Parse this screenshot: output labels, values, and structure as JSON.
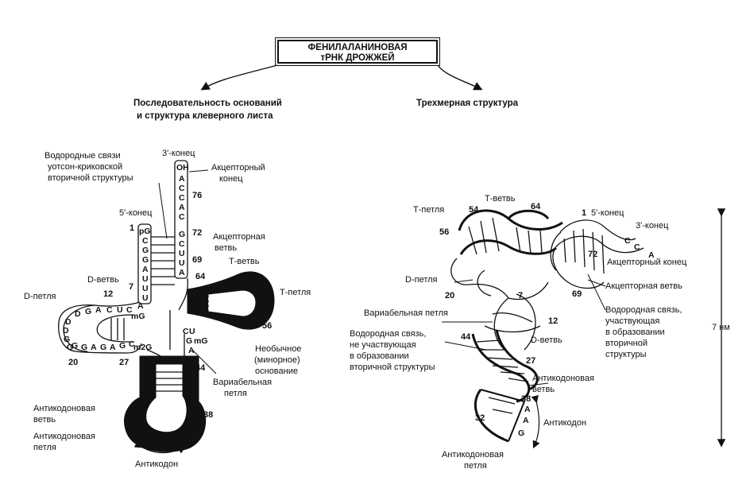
{
  "header": {
    "title_line1": "ФЕНИЛАЛАНИНОВАЯ",
    "title_line2": "тРНК  ДРОЖЖЕЙ",
    "left_heading_line1": "Последовательность оснований",
    "left_heading_line2": "и структура клеверного листа",
    "right_heading": "Трехмерная структура"
  },
  "left": {
    "wc_label_line1": "Водородные связи",
    "wc_label_line2": "уотсон-криковской",
    "wc_label_line3": "вторичной структуры",
    "three_prime": "3'-конец",
    "acceptor_end_line1": "Акцепторный",
    "acceptor_end_line2": "конец",
    "five_prime": "5'-конец",
    "acceptor_stem_line1": "Акцепторная",
    "acceptor_stem_line2": "ветвь",
    "t_stem": "Т-ветвь",
    "t_loop": "Т-петля",
    "d_stem": "D-ветвь",
    "d_loop": "D-петля",
    "unusual_line1": "Необычное",
    "unusual_line2": "(минорное)",
    "unusual_line3": "основание",
    "variable_line1": "Вариабельная",
    "variable_line2": "петля",
    "anticodon_stem_line1": "Антикодоновая",
    "anticodon_stem_line2": "ветвь",
    "anticodon_loop_line1": "Антикодоновая",
    "anticodon_loop_line2": "петля",
    "anticodon": "Антикодон",
    "numbers": {
      "n76": "76",
      "n72": "72",
      "n69": "69",
      "n64": "64",
      "n1": "1",
      "n7": "7",
      "n12": "12",
      "n20": "20",
      "n27": "27",
      "n44": "44",
      "n56": "56",
      "n38": "38"
    },
    "acceptor_bases": [
      "OH",
      "A",
      "C",
      "C",
      "A",
      "C",
      "G",
      "C",
      "U",
      "U",
      "A"
    ],
    "five_bases": [
      "pG",
      "C",
      "G",
      "G",
      "A",
      "U",
      "U",
      "U"
    ],
    "d_bases_top": [
      "D",
      "G",
      "A",
      "C",
      "U",
      "C"
    ],
    "d_bases_bottom": [
      "G",
      "G",
      "A",
      "G",
      "A",
      "G",
      "C"
    ],
    "d_bases_side": [
      "D",
      "D",
      "G",
      "G"
    ],
    "misc_bases": {
      "a1": "A",
      "mg1": "mG",
      "m2g": "m2G",
      "c1": "C",
      "u1": "U",
      "g1": "G",
      "mg2": "mG",
      "a2": "A"
    }
  },
  "right": {
    "t_loop": "Т-петля",
    "t_stem": "Т-ветвь",
    "five_prime": "5'-конец",
    "three_prime": "3'-конец",
    "acceptor_end": "Акцепторный конец",
    "acceptor_stem": "Акцепторная ветвь",
    "d_loop": "D-петля",
    "variable_loop": "Вариабельная петля",
    "hbond_not_line1": "Водородная связь,",
    "hbond_not_line2": "не участвующая",
    "hbond_not_line3": "в образовании",
    "hbond_not_line4": "вторичной структуры",
    "d_stem": "D-ветвь",
    "hbond_yes_line1": "Водородная связь,",
    "hbond_yes_line2": "участвующая",
    "hbond_yes_line3": "в образовании",
    "hbond_yes_line4": "вторичной",
    "hbond_yes_line5": "структуры",
    "size": "7 нм",
    "anticodon_stem_line1": "Антикодоновая",
    "anticodon_stem_line2": "ветвь",
    "anticodon": "Антикодон",
    "anticodon_loop_line1": "Антикодоновая",
    "anticodon_loop_line2": "петля",
    "numbers": {
      "n54": "54",
      "n64": "64",
      "n1": "1",
      "n56": "56",
      "n72": "72",
      "n20": "20",
      "n7": "7",
      "n69": "69",
      "n12": "12",
      "n44": "44",
      "n27": "27",
      "n38": "38",
      "n32": "32"
    },
    "acc_bases": [
      "C",
      "C",
      "A"
    ],
    "anticodon_bases": [
      "A",
      "A",
      "G"
    ]
  }
}
